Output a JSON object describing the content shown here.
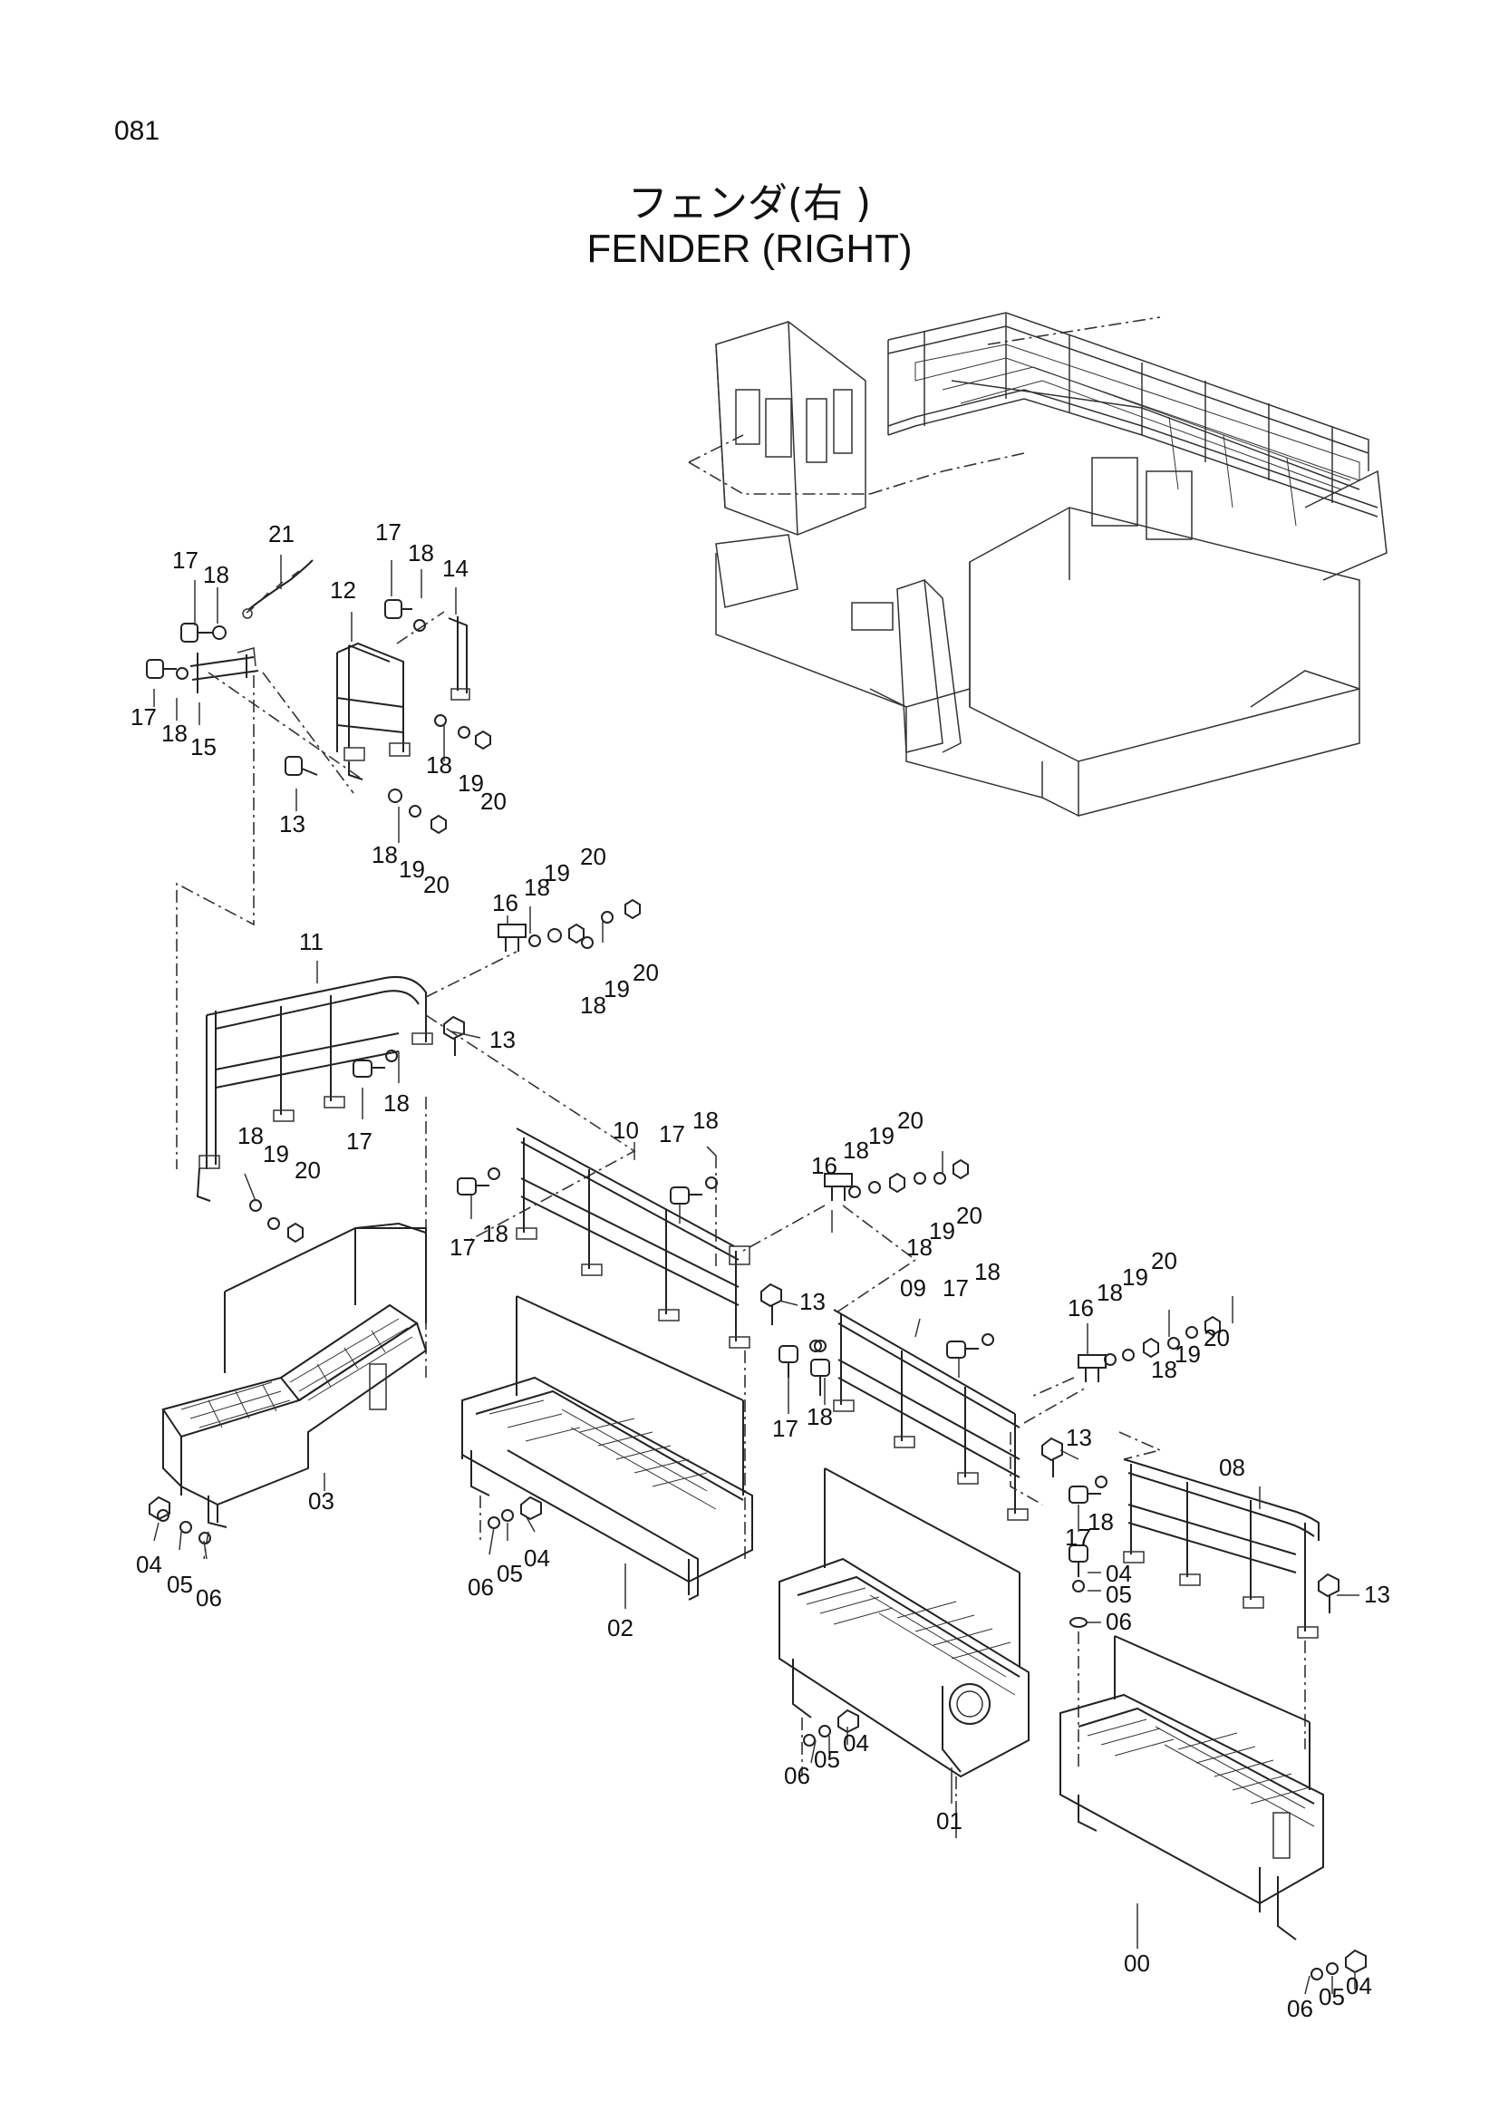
{
  "page_number": "081",
  "title": {
    "japanese": "フェンダ(右 )",
    "english": "FENDER (RIGHT)"
  },
  "part_labels": [
    "00",
    "01",
    "02",
    "03",
    "04",
    "05",
    "06",
    "08",
    "09",
    "10",
    "11",
    "12",
    "13",
    "14",
    "15",
    "16",
    "17",
    "18",
    "19",
    "20",
    "21"
  ]
}
